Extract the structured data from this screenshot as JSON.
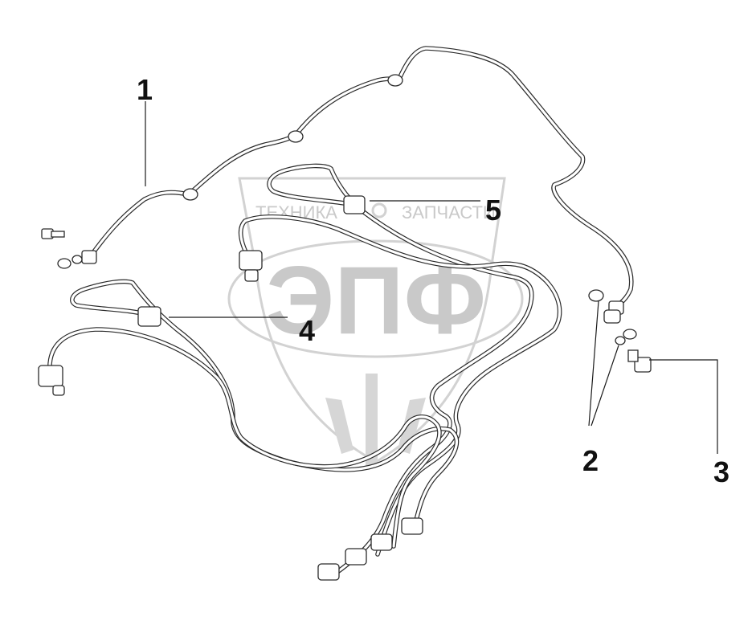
{
  "callouts": [
    {
      "id": "1",
      "label": "1"
    },
    {
      "id": "2",
      "label": "2"
    },
    {
      "id": "3",
      "label": "3"
    },
    {
      "id": "4",
      "label": "4"
    },
    {
      "id": "5",
      "label": "5"
    }
  ],
  "watermark": {
    "left_text": "ТЕХНИКА",
    "right_text": "ЗАПЧАСТИ",
    "logo_text": "ЭПФ",
    "color": "#c9c9c9"
  }
}
